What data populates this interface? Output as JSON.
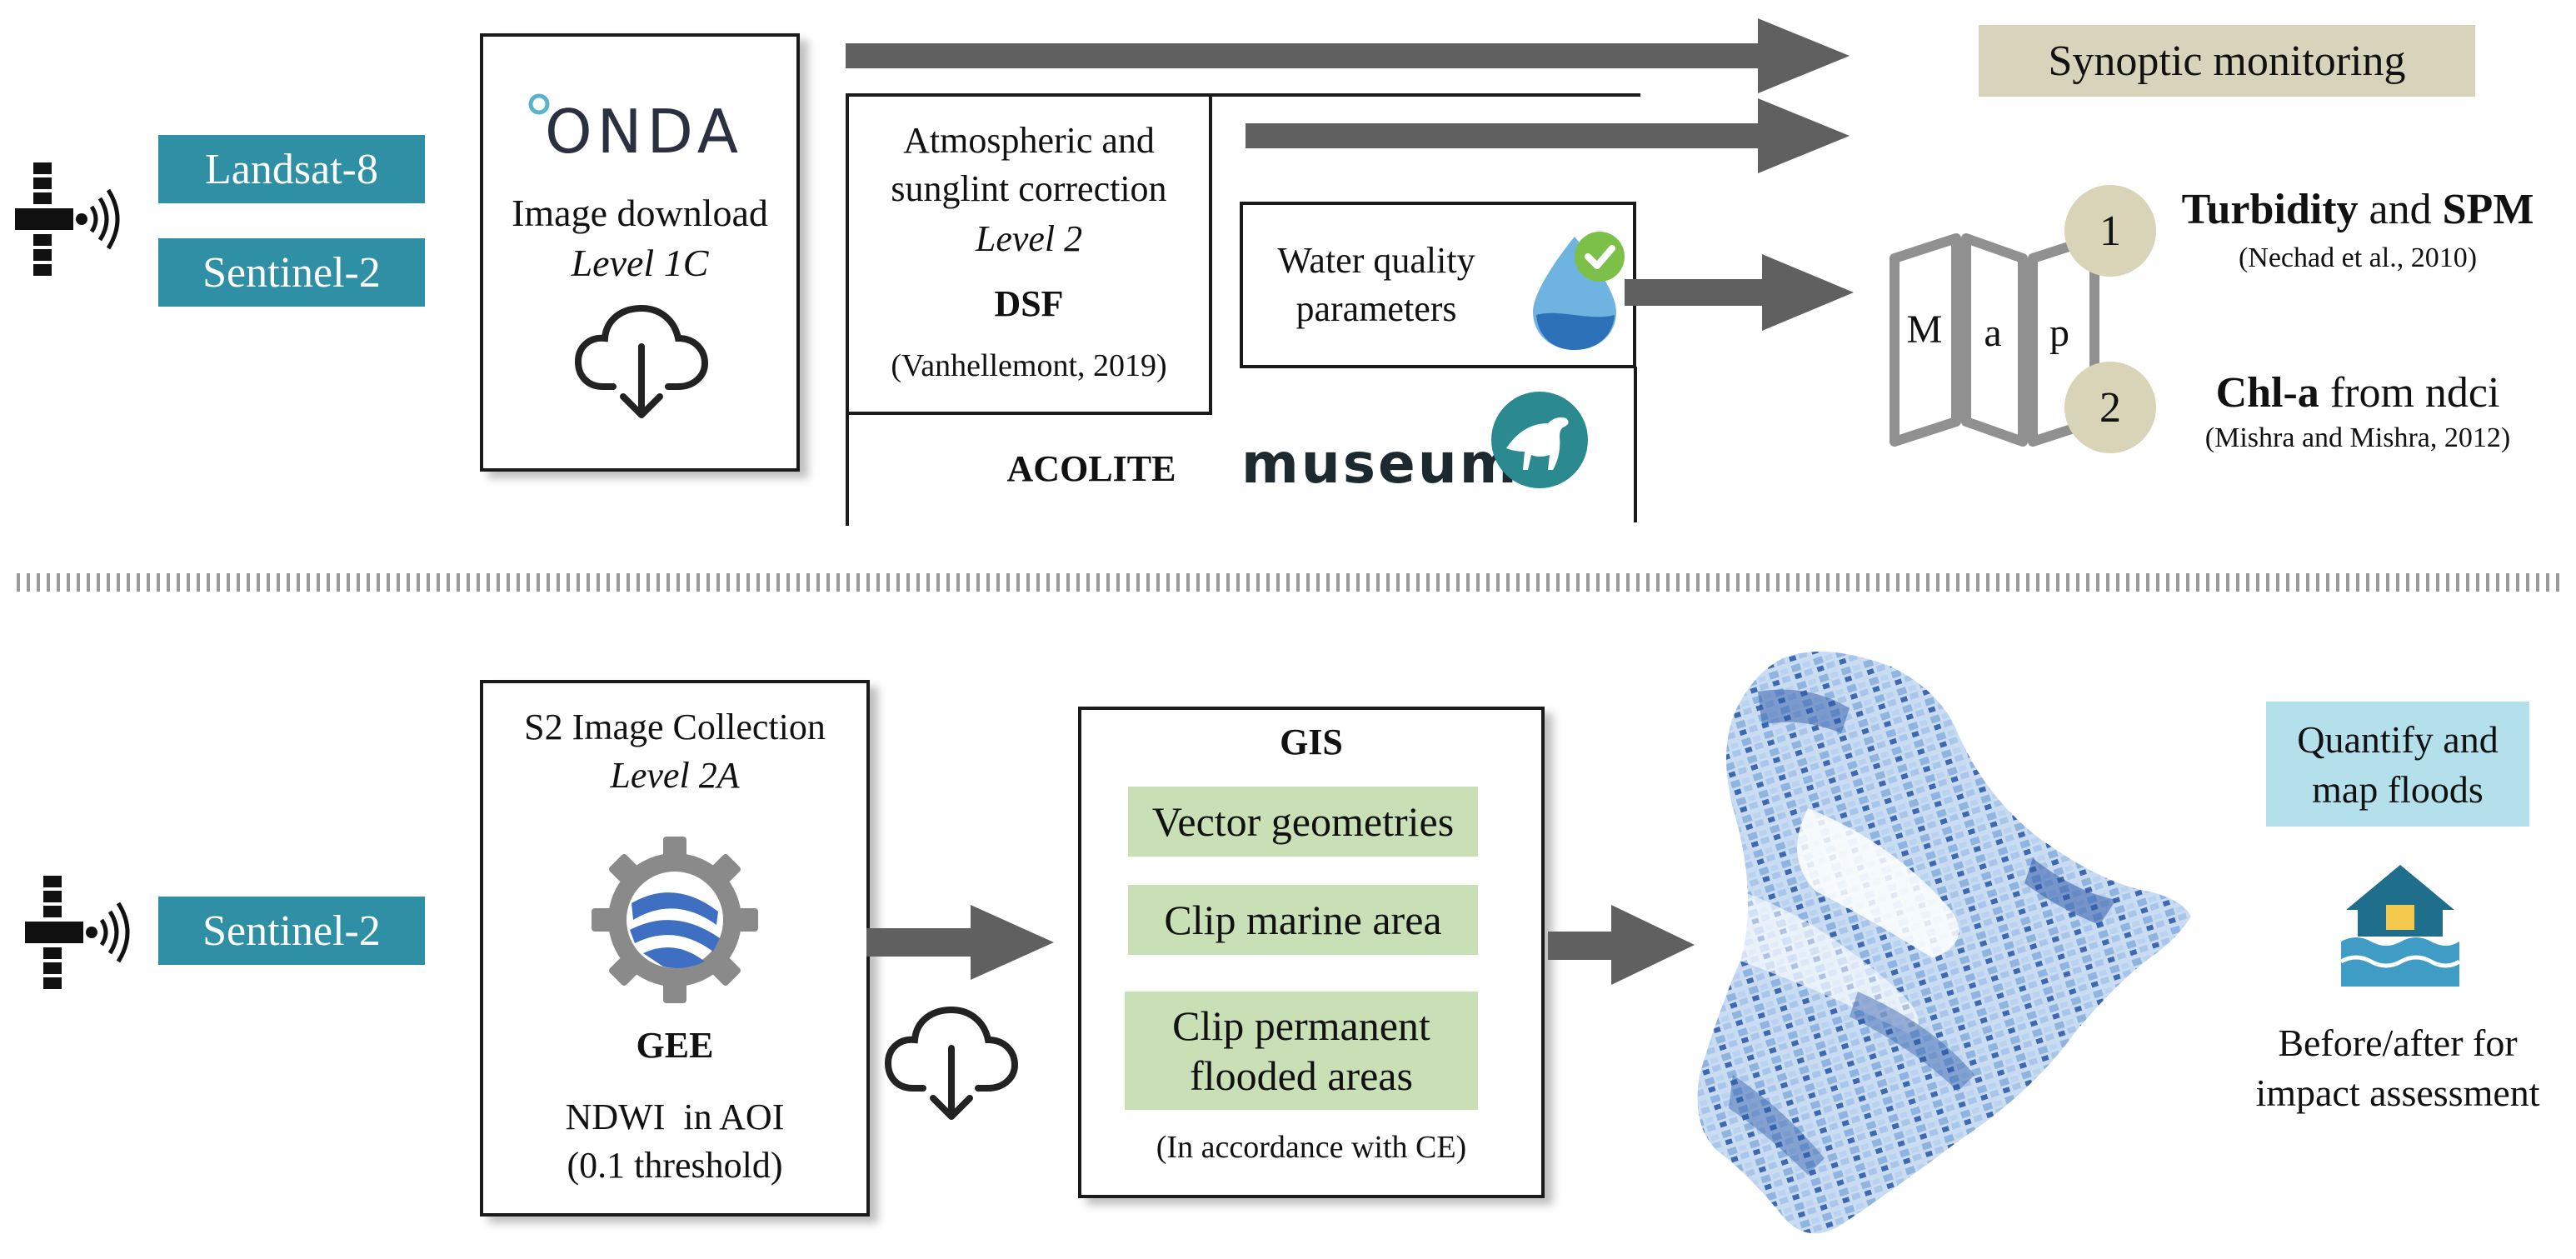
{
  "top": {
    "sources": [
      "Landsat-8",
      "Sentinel-2"
    ],
    "onda_logo": "ONDA",
    "download": {
      "title": "Image download",
      "level": "Level 1C"
    },
    "correction": {
      "title_line1": "Atmospheric and",
      "title_line2": "sunglint correction",
      "level": "Level 2",
      "method": "DSF",
      "citation": "(Vanhellemont, 2019)"
    },
    "acolite": "ACOLITE",
    "museum_logo": "museum",
    "wq": {
      "line1": "Water quality",
      "line2": "parameters"
    },
    "synoptic": "Synoptic monitoring",
    "map_letters": [
      "M",
      "a",
      "p"
    ],
    "outputs": [
      {
        "num": "1",
        "bold1": "Turbidity",
        "mid": " and ",
        "bold2": "SPM",
        "citation": "(Nechad et al., 2010)"
      },
      {
        "num": "2",
        "bold1": "Chl-a",
        "mid": " from ndci",
        "bold2": "",
        "citation": "(Mishra and Mishra, 2012)"
      }
    ]
  },
  "bottom": {
    "source": "Sentinel-2",
    "collection": {
      "title": "S2 Image Collection",
      "level": "Level 2A",
      "tool": "GEE",
      "line1": "NDWI  in AOI",
      "line2": "(0.1 threshold)"
    },
    "gis": {
      "title": "GIS",
      "steps": [
        "Vector geometries",
        "Clip marine area",
        "Clip permanent flooded areas"
      ],
      "note": "(In accordance with CE)"
    },
    "quantify": {
      "line1": "Quantify and",
      "line2": "map floods"
    },
    "impact": {
      "line1": "Before/after for",
      "line2": "impact assessment"
    }
  },
  "colors": {
    "teal": "#2f8fa5",
    "khaki": "#d7d4bb",
    "green": "#c9dfb6",
    "lightblue": "#b4e0ec",
    "arrow": "#606060"
  }
}
